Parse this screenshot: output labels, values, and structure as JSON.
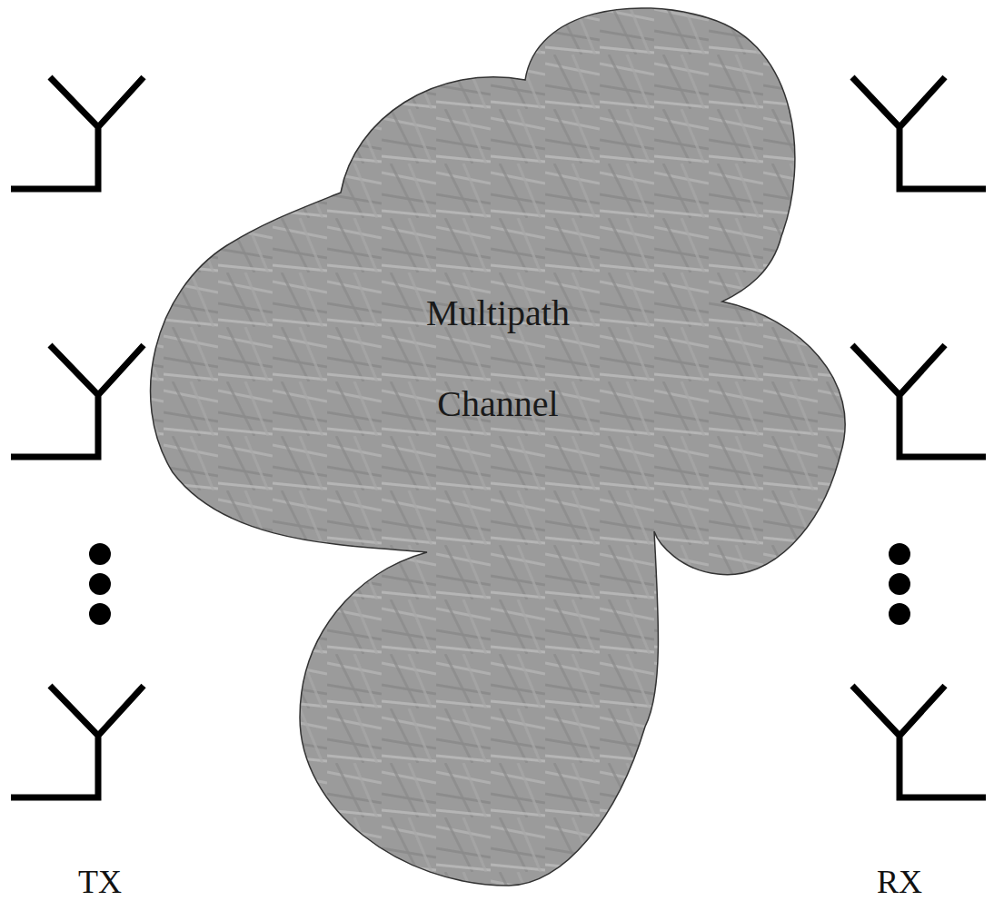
{
  "diagram": {
    "nodes": [
      {
        "text": [
          "Multipath Channel"
        ]
      }
    ],
    "labels": [
      "TX",
      "RX"
    ]
  }
}
